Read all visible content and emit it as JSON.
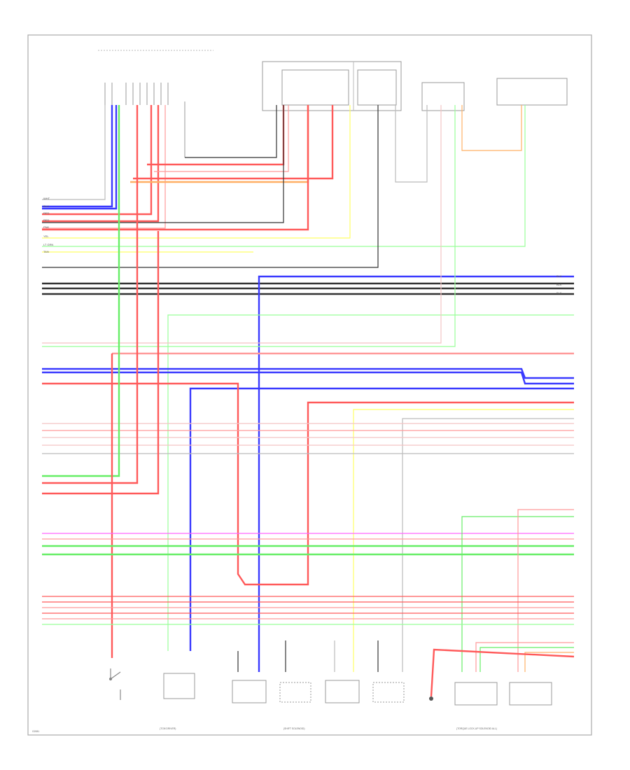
{
  "colors": {
    "red": "#ff5a5a",
    "pink": "#ff9a9a",
    "light_pink": "#f4c4c4",
    "blue": "#3a3aff",
    "green": "#66ee66",
    "light_green": "#99ff99",
    "yellow": "#ffff66",
    "orange": "#ffb066",
    "black": "#333333",
    "gray": "#bbbbbb",
    "violet": "#ff66ff",
    "frame": "#aaaaaa"
  },
  "wire_bus_left_labels": [
    "WHT",
    "BLU",
    "RED",
    "RED",
    "PNK",
    "YEL",
    "LT GRN",
    "TAN"
  ],
  "wire_bus_right_labels": [
    "BLK",
    "BLK",
    "BLK"
  ],
  "footer_left": "G2081",
  "bottom_groups": {
    "left": "(TCM DRIVER)",
    "mid": "(SHIFT SOLENOID)",
    "right": "(TORQUE LOCK-UP SOLENOID ALL)"
  }
}
